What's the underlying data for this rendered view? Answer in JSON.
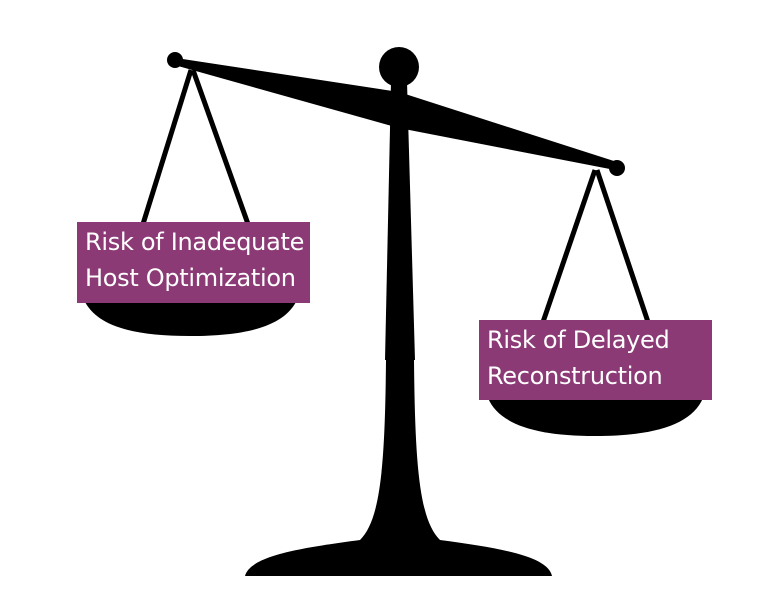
{
  "colors": {
    "label_background": "#8b3a75",
    "label_text": "#ffffff",
    "silhouette": "#000000",
    "background": "#ffffff"
  },
  "left_pan": {
    "label_lines": [
      "Risk of Inadequate",
      "Host Optimization"
    ]
  },
  "right_pan": {
    "label_lines": [
      "Risk of Delayed",
      "Reconstruction"
    ]
  },
  "tilt": "left side raised, right side lowered"
}
